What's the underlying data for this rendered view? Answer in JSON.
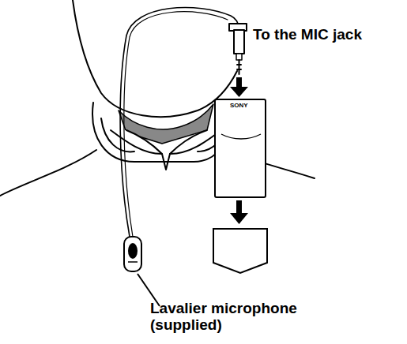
{
  "diagram": {
    "labels": [
      "To the MIC jack",
      "Lavalier microphone (supplied)",
      "SONY"
    ]
  }
}
